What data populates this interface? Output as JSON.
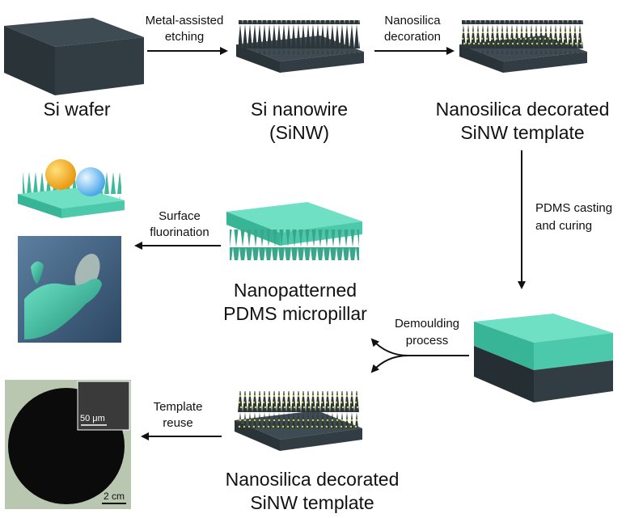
{
  "figure": {
    "stages": {
      "si_wafer": [
        "Si wafer"
      ],
      "si_nanowire": [
        "Si nanowire",
        "(SiNW)"
      ],
      "nanosilica_template": [
        "Nanosilica decorated",
        "SiNW template"
      ],
      "pdms_micropillar": [
        "Nanopatterned",
        "PDMS micropillar"
      ],
      "reused_template": [
        "Nanosilica decorated",
        "SiNW template"
      ]
    },
    "steps": {
      "metal_assisted_etching": [
        "Metal-assisted",
        "etching"
      ],
      "nanosilica_decoration": [
        "Nanosilica",
        "decoration"
      ],
      "pdms_casting": [
        "PDMS casting",
        "and curing"
      ],
      "demoulding": [
        "Demoulding",
        "process"
      ],
      "surface_fluorination": [
        "Surface",
        "fluorination"
      ],
      "template_reuse": [
        "Template",
        "reuse"
      ]
    },
    "photo_scale_bars": {
      "inset": "50 μm",
      "main": "2 cm"
    },
    "colors": {
      "silicon": "#2f3a40",
      "silicon_top": "#3f4b52",
      "pdms": "#4fd1b0",
      "nanosilica": "#b8c23a",
      "arrow": "#111111"
    }
  }
}
